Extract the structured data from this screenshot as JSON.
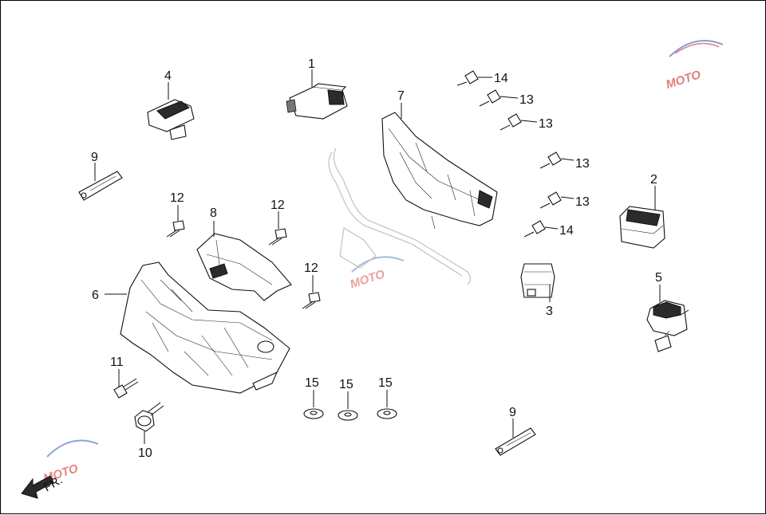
{
  "diagram": {
    "callouts": [
      {
        "id": "c1",
        "text": "1"
      },
      {
        "id": "c2",
        "text": "2"
      },
      {
        "id": "c3",
        "text": "3"
      },
      {
        "id": "c4",
        "text": "4"
      },
      {
        "id": "c5",
        "text": "5"
      },
      {
        "id": "c6",
        "text": "6"
      },
      {
        "id": "c7",
        "text": "7"
      },
      {
        "id": "c8",
        "text": "8"
      },
      {
        "id": "c9a",
        "text": "9"
      },
      {
        "id": "c9b",
        "text": "9"
      },
      {
        "id": "c10",
        "text": "10"
      },
      {
        "id": "c11",
        "text": "11"
      },
      {
        "id": "c12a",
        "text": "12"
      },
      {
        "id": "c12b",
        "text": "12"
      },
      {
        "id": "c12c",
        "text": "12"
      },
      {
        "id": "c13a",
        "text": "13"
      },
      {
        "id": "c13b",
        "text": "13"
      },
      {
        "id": "c13c",
        "text": "13"
      },
      {
        "id": "c13d",
        "text": "13"
      },
      {
        "id": "c14a",
        "text": "14"
      },
      {
        "id": "c14b",
        "text": "14"
      },
      {
        "id": "c15a",
        "text": "15"
      },
      {
        "id": "c15b",
        "text": "15"
      },
      {
        "id": "c15c",
        "text": "15"
      }
    ],
    "direction_label": "FR.",
    "watermark_text": "MOTO",
    "colors": {
      "line": "#111111",
      "watermark_red": "#d9534f",
      "watermark_blue": "#5b7fc7",
      "watermark_gray": "#999999"
    }
  }
}
